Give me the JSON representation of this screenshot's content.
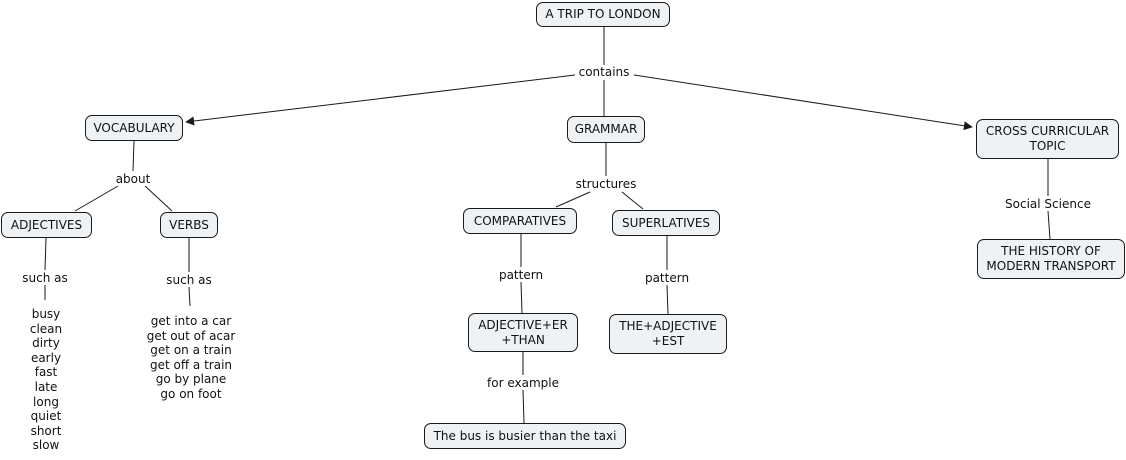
{
  "concepts": {
    "root": "A TRIP TO LONDON",
    "vocabulary": "VOCABULARY",
    "grammar": "GRAMMAR",
    "cross": "CROSS CURRICULAR TOPIC",
    "adjectives": "ADJECTIVES",
    "verbs": "VERBS",
    "comparatives": "COMPARATIVES",
    "superlatives": "SUPERLATIVES",
    "adj_er": "ADJECTIVE+ER +THAN",
    "the_adj_est": "THE+ADJECTIVE +EST",
    "example": "The bus is busier than the taxi",
    "history": "THE HISTORY OF MODERN TRANSPORT"
  },
  "links": {
    "contains": "contains",
    "about": "about",
    "structures": "structures",
    "such_as_adj": "such as",
    "such_as_verbs": "such as",
    "pattern_comp": "pattern",
    "pattern_sup": "pattern",
    "for_example": "for example",
    "social_science": "Social Science"
  },
  "adjective_list": [
    "busy",
    "clean",
    "dirty",
    "early",
    "fast",
    "late",
    "long",
    "quiet",
    "short",
    "slow"
  ],
  "verb_list": [
    "get into a car",
    "get out of acar",
    "get on a train",
    "get off a train",
    "go by plane",
    "go on foot"
  ],
  "colors": {
    "node_fill": "#eef2f4",
    "line": "#1a1a1a"
  }
}
